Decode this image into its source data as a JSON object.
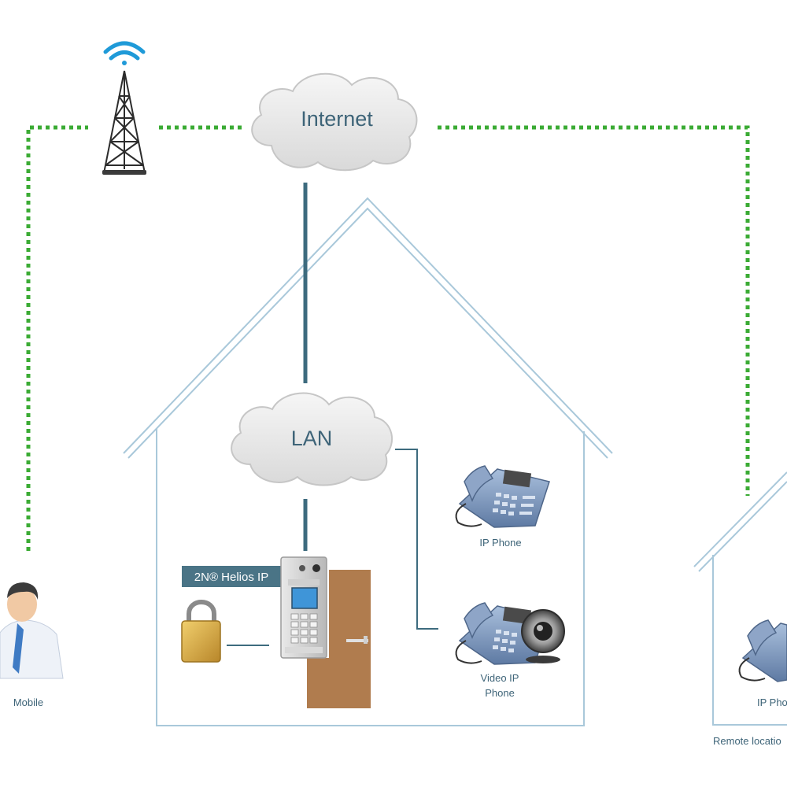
{
  "clouds": {
    "internet": "Internet",
    "lan": "LAN"
  },
  "intercom": {
    "label": "2N® Helios IP"
  },
  "devices": {
    "ip_phone": "IP Phone",
    "video_phone_line1": "Video IP",
    "video_phone_line2": "Phone",
    "remote_phone": "IP Pho",
    "mobile": "Mobile"
  },
  "remote": {
    "label": "Remote locatio"
  },
  "colors": {
    "wireless_link": "#3bab34",
    "wired_link": "#3d6b7e",
    "house_outline": "#a9c8da",
    "cloud": "#e6e6e6",
    "door": "#b07c4e",
    "phone_body": "#7592b7",
    "lock": "#d9a83e",
    "label_bg": "#4a7486"
  },
  "icons": [
    "antenna-tower-icon",
    "wifi-signal-icon",
    "padlock-icon",
    "door-icon",
    "desk-phone-icon",
    "webcam-icon",
    "person-icon"
  ]
}
